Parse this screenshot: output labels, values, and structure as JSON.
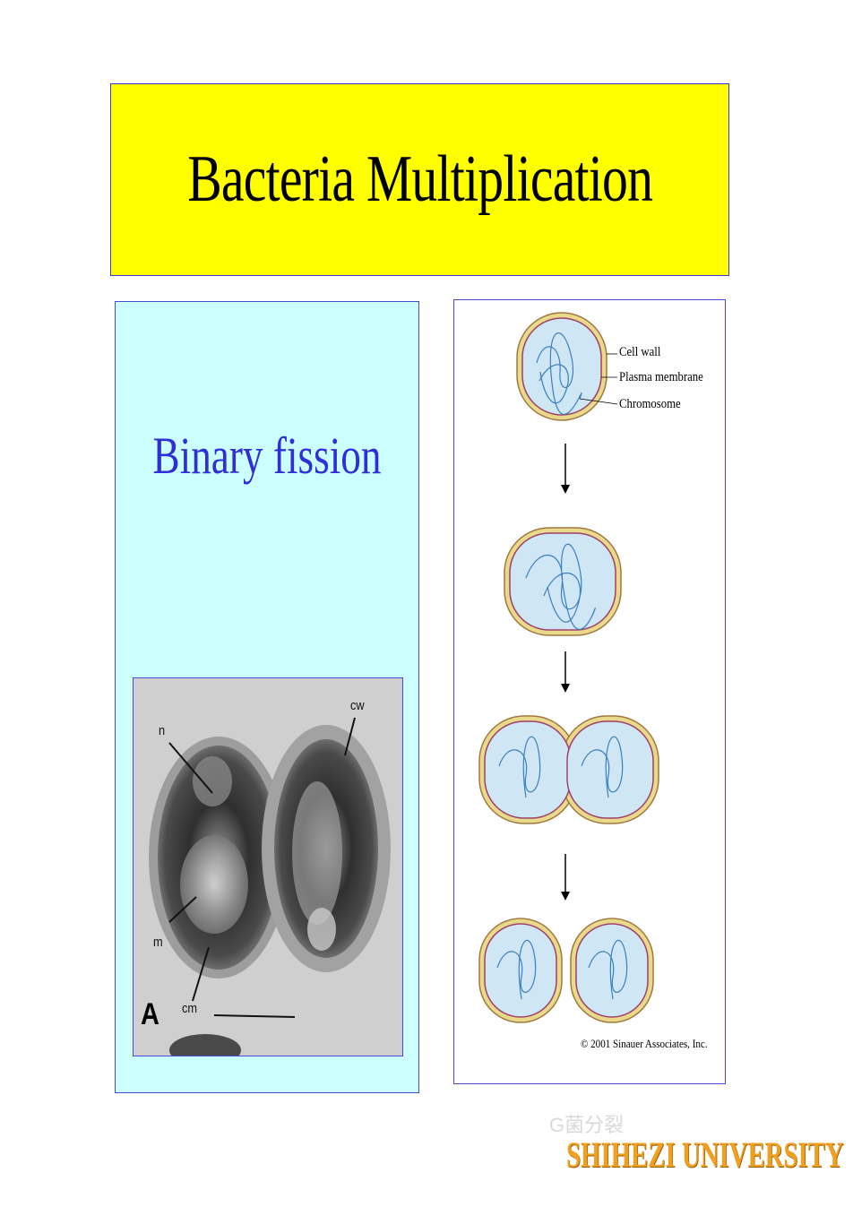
{
  "slide": {
    "title": "Bacteria Multiplication",
    "subtitle": "Binary fission"
  },
  "micrograph": {
    "panel_letter": "A",
    "labels": {
      "n": "n",
      "cw": "cw",
      "m": "m",
      "cm": "cm"
    }
  },
  "diagram": {
    "labels": {
      "cell_wall": "Cell wall",
      "plasma_membrane": "Plasma membrane",
      "chromosome": "Chromosome"
    },
    "copyright": "© 2001 Sinauer Associates, Inc."
  },
  "footer": {
    "watermark": "G菌分裂",
    "university": "SHIHEZI UNIVERSITY"
  },
  "colors": {
    "title_bg": "#ffff00",
    "panel_bg": "#ccffff",
    "subtitle": "#2f2fd8",
    "university": "#f0a020"
  }
}
